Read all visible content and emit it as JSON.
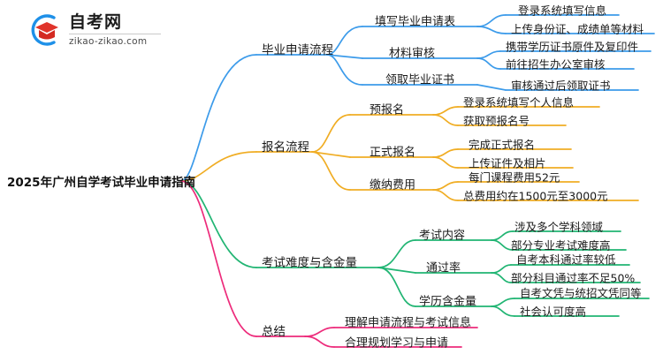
{
  "logo": {
    "title": "自考网",
    "subtitle": "zikao-zikao.com",
    "icon": "graduation-cap-icon",
    "arc_color": "#1E90E8",
    "cap_color": "#E0342B"
  },
  "mindmap": {
    "root": {
      "label": "2025年广州自学考试毕业申请指南"
    },
    "branches": [
      {
        "label": "毕业申请流程",
        "color": "#3C9BEA",
        "children": [
          {
            "label": "填写毕业申请表",
            "leaves": [
              "登录系统填写信息",
              "上传身份证、成绩单等材料"
            ]
          },
          {
            "label": "材料审核",
            "leaves": [
              "携带学历证书原件及复印件",
              "前往招生办公室审核"
            ]
          },
          {
            "label": "领取毕业证书",
            "leaves": [
              "审核通过后领取证书"
            ]
          }
        ]
      },
      {
        "label": "报名流程",
        "color": "#F0AD24",
        "children": [
          {
            "label": "预报名",
            "leaves": [
              "登录系统填写个人信息",
              "获取预报名号"
            ]
          },
          {
            "label": "正式报名",
            "leaves": [
              "完成正式报名",
              "上传证件及相片"
            ]
          },
          {
            "label": "缴纳费用",
            "leaves": [
              "每门课程费用52元",
              "总费用约在1500元至3000元"
            ]
          }
        ]
      },
      {
        "label": "考试难度与含金量",
        "color": "#21B573",
        "children": [
          {
            "label": "考试内容",
            "leaves": [
              "涉及多个学科领域",
              "部分专业考试难度高"
            ]
          },
          {
            "label": "通过率",
            "leaves": [
              "自考本科通过率较低",
              "部分科目通过率不足50%"
            ]
          },
          {
            "label": "学历含金量",
            "leaves": [
              "自考文凭与统招文凭同等",
              "社会认可度高"
            ]
          }
        ]
      },
      {
        "label": "总结",
        "color": "#ED2B7B",
        "children": [
          {
            "label": "理解申请流程与考试信息",
            "leaves": []
          },
          {
            "label": "合理规划学习与申请",
            "leaves": []
          }
        ]
      }
    ]
  }
}
